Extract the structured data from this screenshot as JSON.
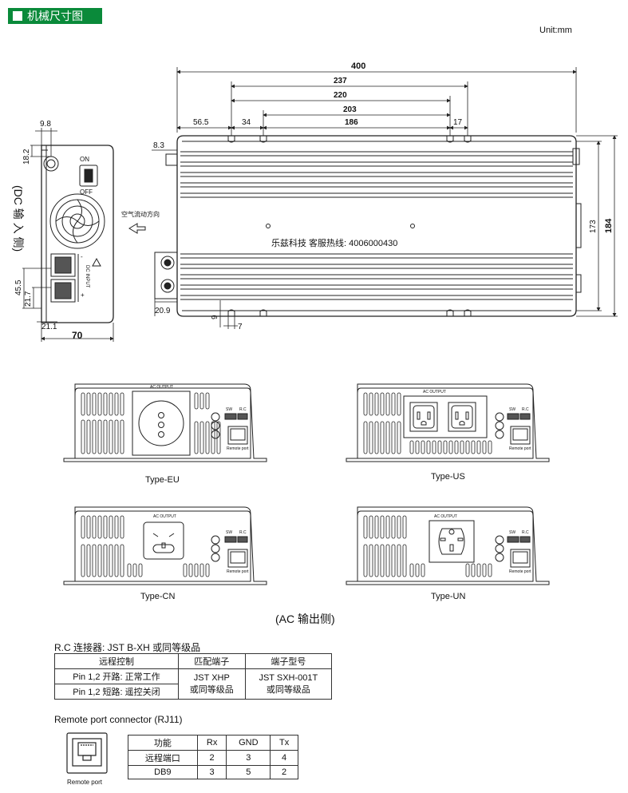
{
  "header": {
    "title": "机械尺寸图",
    "unit": "Unit:mm"
  },
  "side_view": {
    "dims": {
      "d98": "9.8",
      "d182": "18.2",
      "d455": "45.5",
      "d217": "21.7",
      "d211": "21.1",
      "d70": "70"
    },
    "switch_on": "ON",
    "switch_off": "OFF",
    "dc_label": "(DC 输 入 侧)",
    "dc_input": "DC INPUT",
    "plus": "+",
    "minus": "-"
  },
  "top_view": {
    "dims": {
      "d400": "400",
      "d237": "237",
      "d220": "220",
      "d203": "203",
      "d565": "56.5",
      "d34": "34",
      "d186": "186",
      "d17": "17",
      "d83": "8.3",
      "d173": "173",
      "d184": "184",
      "d209": "20.9",
      "d9": "9",
      "d7": "7"
    },
    "airflow": "空气流动方向",
    "hotline": "乐兹科技 客服热线:  4006000430"
  },
  "panels": [
    {
      "caption": "Type-EU",
      "ac_output": "AC OUTPUT",
      "sw": "SW",
      "rc": "R.C",
      "remote": "Remote port"
    },
    {
      "caption": "Type-US",
      "ac_output": "AC OUTPUT",
      "sw": "SW",
      "rc": "R.C",
      "remote": "Remote port"
    },
    {
      "caption": "Type-CN",
      "ac_output": "AC OUTPUT",
      "sw": "SW",
      "rc": "R.C",
      "remote": "Remote port"
    },
    {
      "caption": "Type-UN",
      "ac_output": "AC OUTPUT",
      "sw": "SW",
      "rc": "R.C",
      "remote": "Remote port"
    }
  ],
  "ac_side_label": "(AC 输出侧)",
  "rc_connector": {
    "heading": "R.C 连接器: JST B-XH 或同等级品",
    "headers": [
      "远程控制",
      "匹配端子",
      "端子型号"
    ],
    "row1": "Pin 1,2 开路: 正常工作",
    "row2": "Pin 1,2 短路: 遥控关闭",
    "match": [
      "JST XHP",
      "或同等级品"
    ],
    "model": [
      "JST SXH-001T",
      "或同等级品"
    ]
  },
  "remote_port": {
    "heading": "Remote port connector (RJ11)",
    "icon_label": "Remote port",
    "headers": [
      "功能",
      "Rx",
      "GND",
      "Tx"
    ],
    "rows": [
      [
        "远程端口",
        "2",
        "3",
        "4"
      ],
      [
        "DB9",
        "3",
        "5",
        "2"
      ]
    ]
  }
}
